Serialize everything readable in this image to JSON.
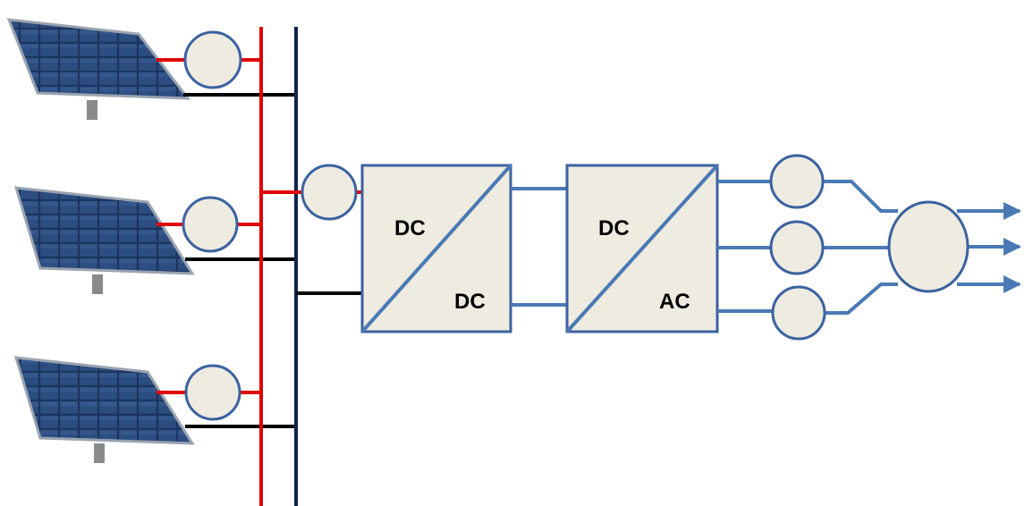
{
  "colors": {
    "dc_positive": "#e00000",
    "dc_negative": "#000000",
    "bus_bar": "#0d2450",
    "signal": "#4a7ab5",
    "component_fill": "#eeebe1",
    "component_stroke": "#3c62a0",
    "panel_cell": "#1f3a66",
    "panel_frame": "#9aa4b0",
    "pole": "#8a8a8a"
  },
  "icons": {
    "panel": "solar-panel-icon"
  },
  "dcdc_converter": {
    "input_label": "DC",
    "output_label": "DC"
  },
  "inverter": {
    "input_label": "DC",
    "output_label": "AC"
  }
}
